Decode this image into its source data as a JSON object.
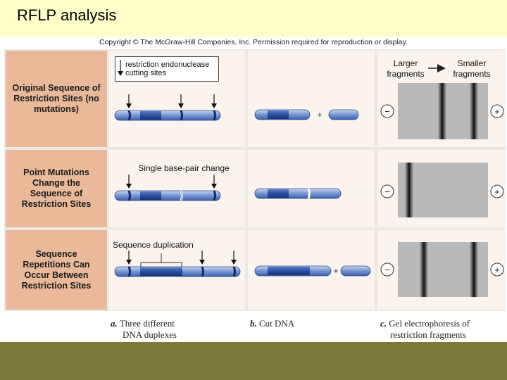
{
  "slide": {
    "title": "RFLP analysis",
    "copyright": "Copyright © The McGraw-Hill Companies, Inc. Permission required for reproduction or display."
  },
  "legend": {
    "text_line1": "restriction endonuclease",
    "text_line2": "cutting sites"
  },
  "rows": [
    {
      "label": "Original Sequence of Restriction Sites (no mutations)"
    },
    {
      "label": "Point Mutations Change the Sequence of Restriction Sites",
      "annotation": "Single base-pair change"
    },
    {
      "label": "Sequence Repetitions Can Occur Between Restriction Sites",
      "annotation": "Sequence duplication"
    }
  ],
  "gel_header": {
    "larger": "Larger fragments",
    "smaller": "Smaller fragments"
  },
  "symbols": {
    "minus": "−",
    "plus": "+"
  },
  "captions": {
    "a_letter": "a.",
    "a_line1": "Three different",
    "a_line2": "DNA duplexes",
    "b_letter": "b.",
    "b_line1": "Cut DNA",
    "c_letter": "c.",
    "c_line1": "Gel electrophoresis of",
    "c_line2": "restriction fragments"
  },
  "colors": {
    "title_bg": "#ffffcc",
    "label_bg": "#e9b99a",
    "dna_blue": "#6f8fd0",
    "dna_dark": "#2e55a8",
    "gel_gray": "#b7b7b7",
    "footer": "#7a7a3a"
  }
}
